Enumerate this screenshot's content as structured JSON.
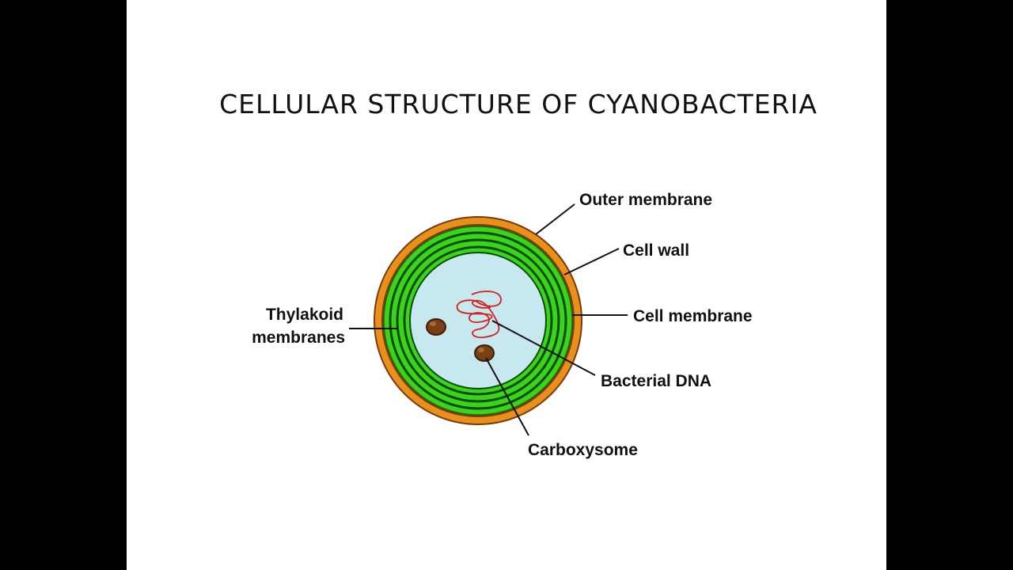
{
  "title": "CELLULAR STRUCTURE OF CYANOBACTERIA",
  "labels": {
    "outer_membrane": "Outer membrane",
    "cell_wall": "Cell wall",
    "cell_membrane": "Cell membrane",
    "bacterial_dna": "Bacterial DNA",
    "carboxysome": "Carboxysome",
    "thylakoid_line1": "Thylakoid",
    "thylakoid_line2": "membranes"
  },
  "colors": {
    "outer_membrane": "#e8901a",
    "cell_wall": "#7a3a10",
    "thylakoid_green": "#3ad41a",
    "cytoplasm": "#c7e8ee",
    "dna": "#d42020",
    "carboxysome": "#7a3f14"
  }
}
